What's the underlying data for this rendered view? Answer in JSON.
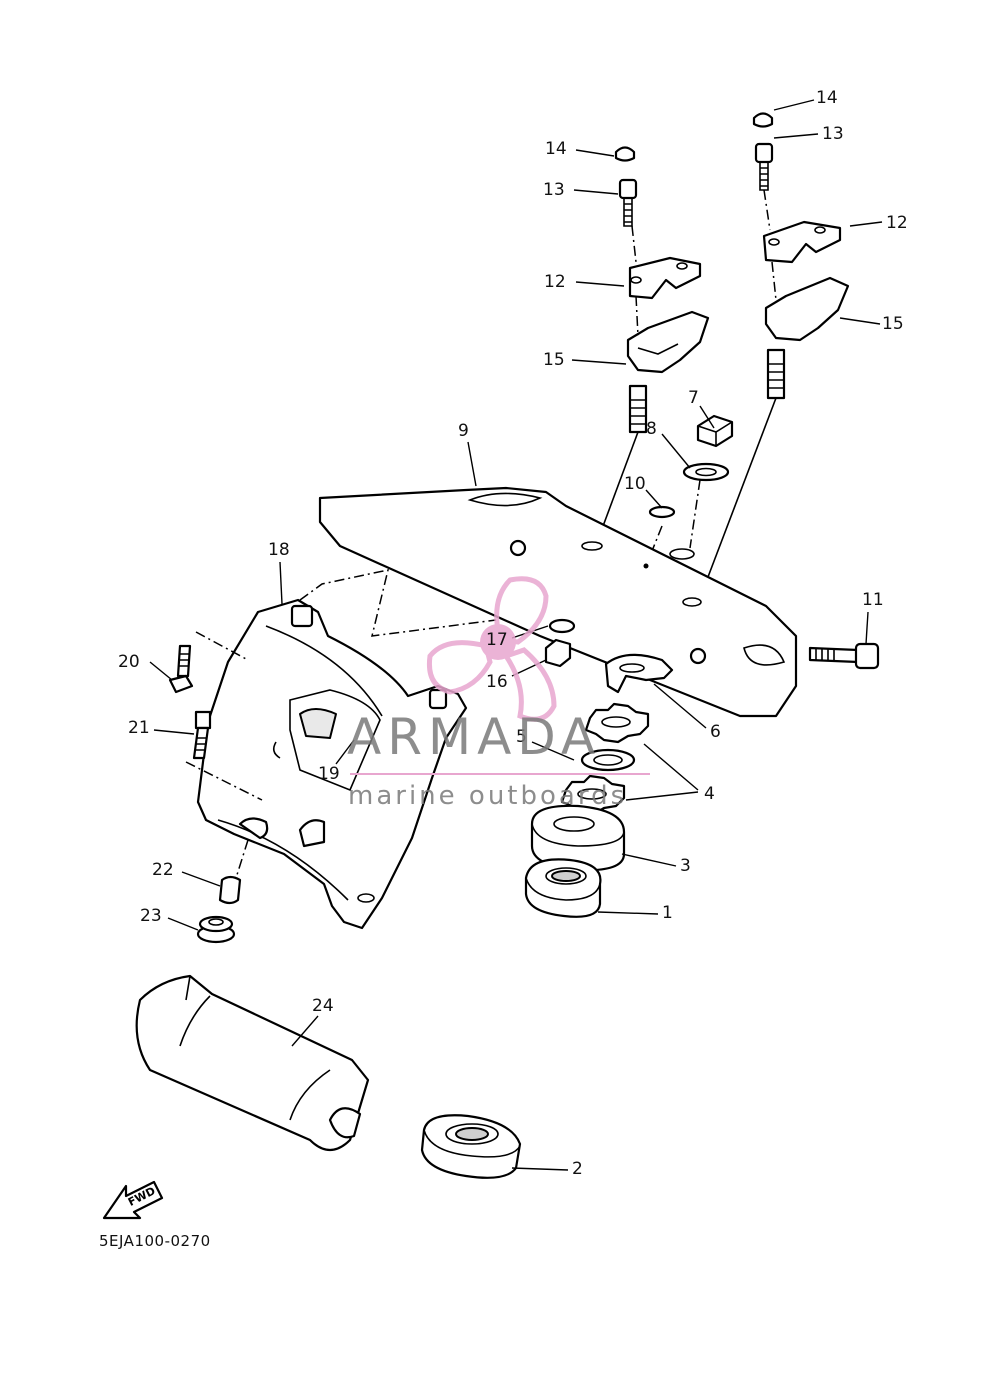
{
  "diagram_code": "5EJA100-0270",
  "fwd_label": "FWD",
  "watermark": {
    "title": "ARMADA",
    "subtitle": "marine outboards",
    "accent_color": "#e8a6cf"
  },
  "callouts": [
    {
      "id": "c1",
      "text": "1"
    },
    {
      "id": "c2",
      "text": "2"
    },
    {
      "id": "c3",
      "text": "3"
    },
    {
      "id": "c4",
      "text": "4"
    },
    {
      "id": "c5",
      "text": "5"
    },
    {
      "id": "c6",
      "text": "6"
    },
    {
      "id": "c7",
      "text": "7"
    },
    {
      "id": "c8",
      "text": "8"
    },
    {
      "id": "c9",
      "text": "9"
    },
    {
      "id": "c10",
      "text": "10"
    },
    {
      "id": "c11",
      "text": "11"
    },
    {
      "id": "c12a",
      "text": "12"
    },
    {
      "id": "c12b",
      "text": "12"
    },
    {
      "id": "c13a",
      "text": "13"
    },
    {
      "id": "c13b",
      "text": "13"
    },
    {
      "id": "c14a",
      "text": "14"
    },
    {
      "id": "c14b",
      "text": "14"
    },
    {
      "id": "c15a",
      "text": "15"
    },
    {
      "id": "c15b",
      "text": "15"
    },
    {
      "id": "c16",
      "text": "16"
    },
    {
      "id": "c17",
      "text": "17"
    },
    {
      "id": "c18",
      "text": "18"
    },
    {
      "id": "c19",
      "text": "19"
    },
    {
      "id": "c20",
      "text": "20"
    },
    {
      "id": "c21",
      "text": "21"
    },
    {
      "id": "c22",
      "text": "22"
    },
    {
      "id": "c23",
      "text": "23"
    },
    {
      "id": "c24",
      "text": "24"
    }
  ]
}
